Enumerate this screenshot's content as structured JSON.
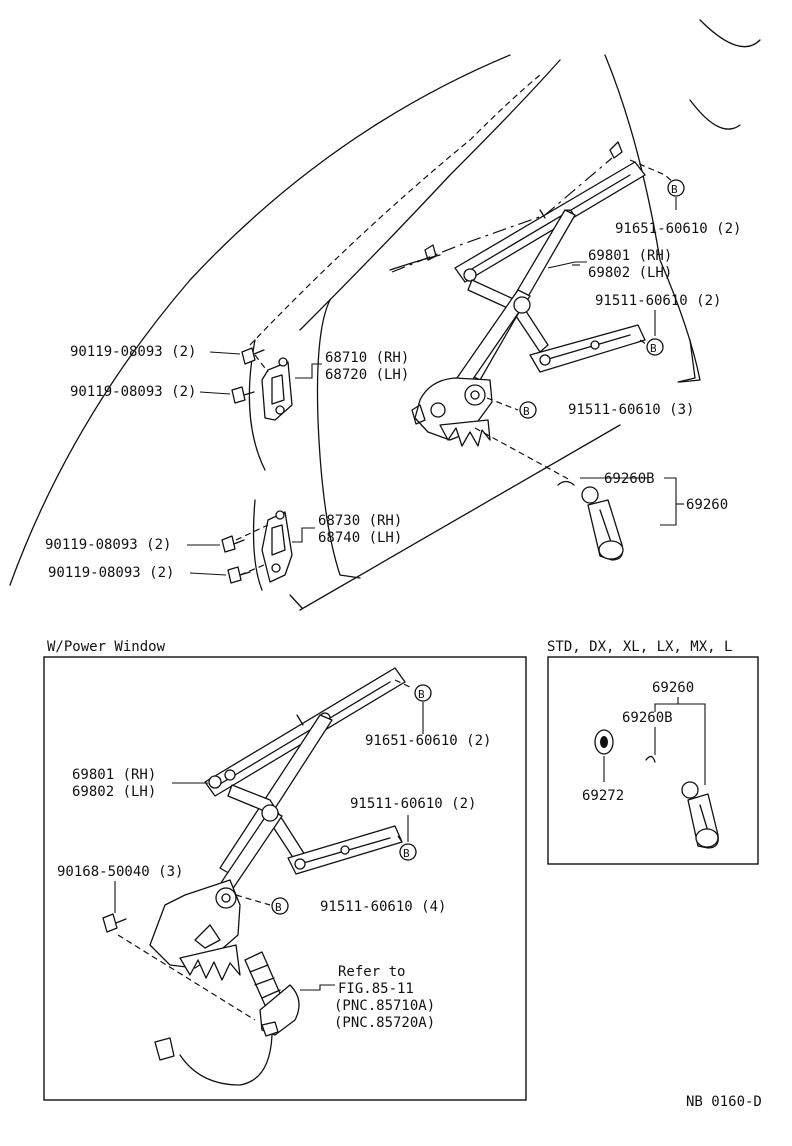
{
  "labels": {
    "p91651_top": "91651-60610 (2)",
    "p69801_top": "69801 (RH)",
    "p69802_top": "69802 (LH)",
    "p91511_a": "91511-60610 (2)",
    "p90119_1": "90119-08093 (2)",
    "p68710": "68710 (RH)",
    "p68720": "68720 (LH)",
    "p90119_2": "90119-08093 (2)",
    "p91511_b": "91511-60610 (3)",
    "p69260B_top": "69260B",
    "p69260_top": "69260",
    "p68730": "68730 (RH)",
    "p68740": "68740 (LH)",
    "p90119_3": "90119-08093 (2)",
    "p90119_4": "90119-08093 (2)",
    "pw_title": "W/Power Window",
    "p91651_pw": "91651-60610 (2)",
    "p69801_pw": "69801 (RH)",
    "p69802_pw": "69802 (LH)",
    "p91511_pw": "91511-60610 (2)",
    "p90168": "90168-50040 (3)",
    "p91511_pw4": "91511-60610 (4)",
    "refer1": "Refer to",
    "refer2": "FIG.85-11",
    "refer3": "(PNC.85710A)",
    "refer4": "(PNC.85720A)",
    "std_title": "STD, DX, XL, LX, MX, L",
    "std_69260": "69260",
    "std_69260B": "69260B",
    "std_69272": "69272",
    "fig_code": "NB 0160-D"
  },
  "markers": {
    "bolt_mark": "B"
  }
}
